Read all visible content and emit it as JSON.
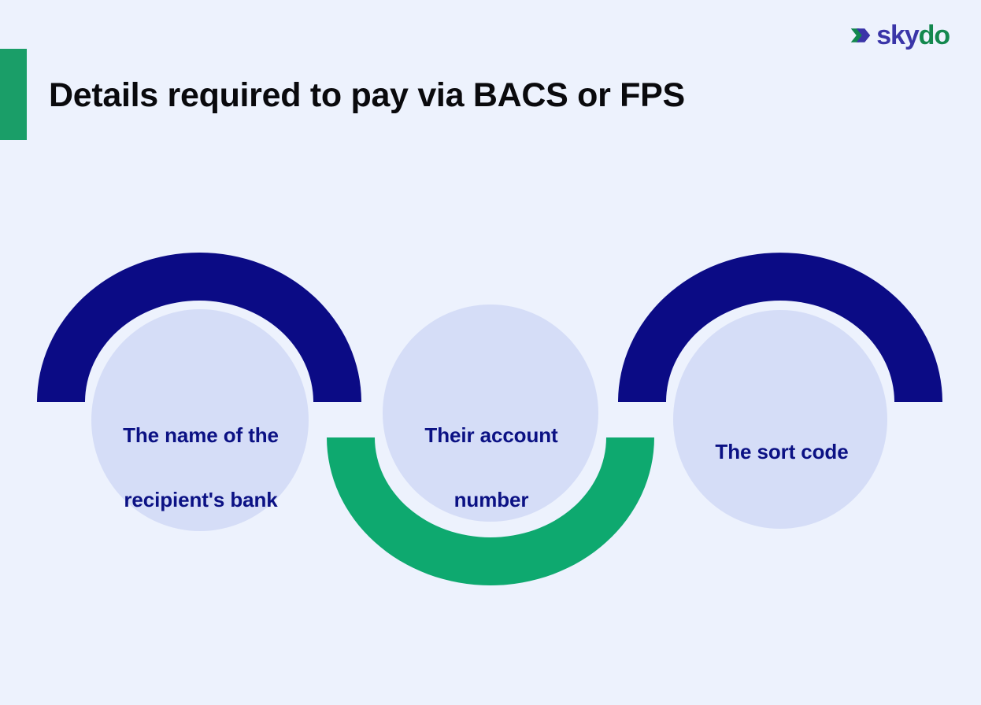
{
  "page": {
    "background_color": "#edf2fd",
    "title": "Details required to pay via BACS or FPS",
    "accent_bar_color": "#1a9e68"
  },
  "logo": {
    "mark_name": "skydo-chevron-mark",
    "part_one": "sky",
    "part_two": "do",
    "part_one_color": "#3a35a8",
    "part_two_color": "#13884e"
  },
  "diagram": {
    "type": "interlocking-circles",
    "ring_colors": {
      "navy": "#0b0b85",
      "green": "#0ea96f"
    },
    "node_fill_color": "#d5ddf7",
    "node_text_color": "#0b1184",
    "nodes": [
      {
        "id": "node-1",
        "arc": "top",
        "arc_color": "#0b0b85",
        "line_1": "The name of the",
        "line_2": "recipient's bank"
      },
      {
        "id": "node-2",
        "arc": "bottom",
        "arc_color": "#0ea96f",
        "line_1": "Their account",
        "line_2": "number"
      },
      {
        "id": "node-3",
        "arc": "top",
        "arc_color": "#0b0b85",
        "line_1": "The sort code",
        "line_2": ""
      }
    ]
  }
}
